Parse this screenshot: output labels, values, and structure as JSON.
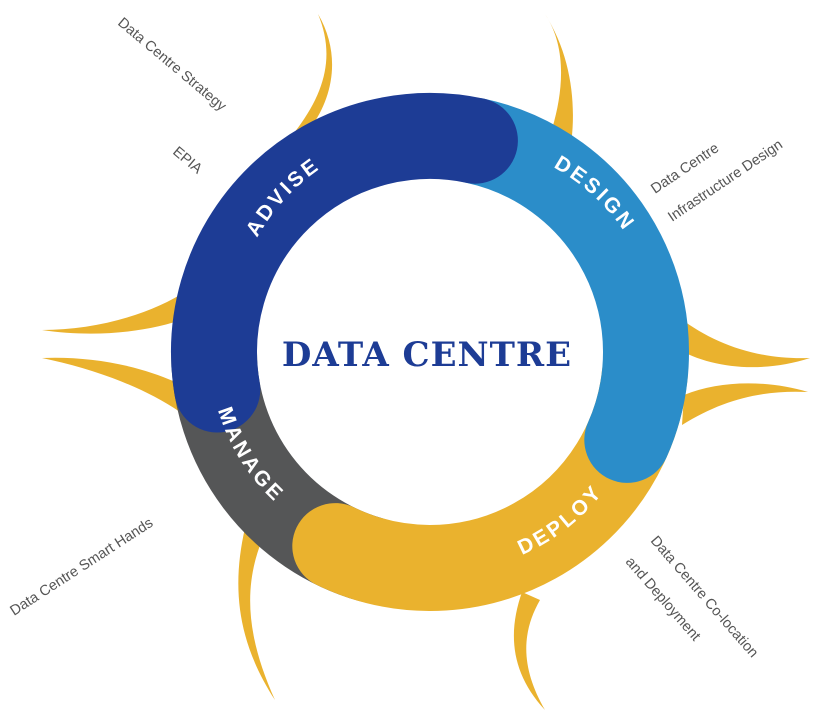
{
  "center_title": "DATA CENTRE",
  "segments": [
    {
      "key": "advise",
      "label": "ADVISE",
      "color": "#1d3c95"
    },
    {
      "key": "design",
      "label": "DESIGN",
      "color": "#2b8dc9"
    },
    {
      "key": "deploy",
      "label": "DEPLOY",
      "color": "#eab22e"
    },
    {
      "key": "manage",
      "label": "MANAGE",
      "color": "#555657"
    }
  ],
  "annotations": {
    "advise": [
      "Data Centre Strategy",
      "EPIA"
    ],
    "design": [
      "Data Centre",
      "Infrastructure Design"
    ],
    "deploy": [
      "Data Centre Co-location",
      "and Deployment"
    ],
    "manage": [
      "Data Centre Smart Hands"
    ]
  },
  "colors": {
    "accent_gold": "#eab22e",
    "title_navy": "#1d3c95",
    "annotation_text": "#555555"
  }
}
